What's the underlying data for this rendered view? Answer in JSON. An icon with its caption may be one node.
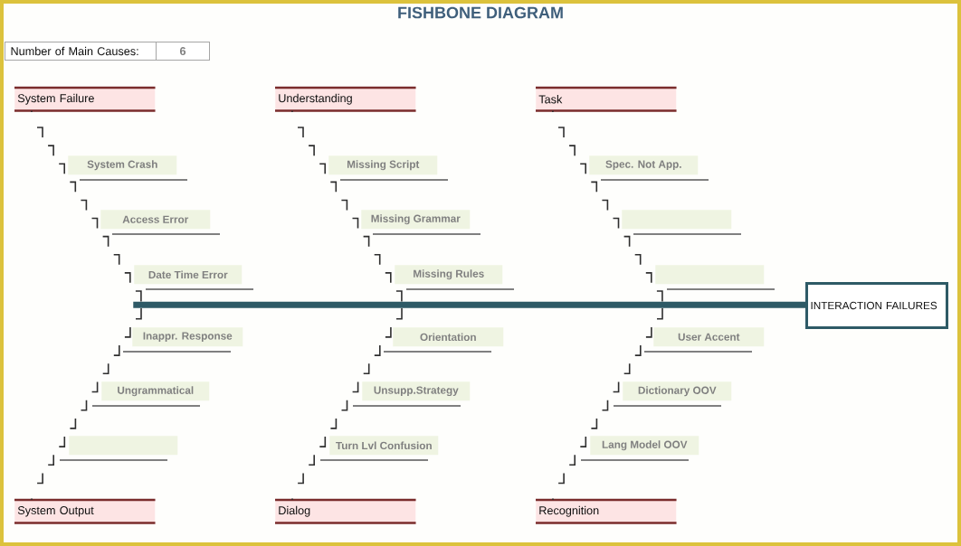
{
  "diagram": {
    "title": "FISHBONE DIAGRAM",
    "nodes": [
      {
        "text": [
          "System Failure"
        ]
      },
      {
        "text": [
          "Understanding"
        ]
      },
      {
        "text": [
          "Task"
        ]
      },
      {
        "text": [
          "System Crash"
        ]
      },
      {
        "text": [
          "Missing Script"
        ]
      },
      {
        "text": [
          "Spec. Not App."
        ]
      },
      {
        "text": [
          "Access Error"
        ]
      },
      {
        "text": [
          "Missing Grammar"
        ]
      },
      {
        "text": [],
        "shape": "box"
      },
      {
        "text": [
          "Date Time Error"
        ]
      },
      {
        "text": [
          "Missing Rules"
        ]
      },
      {
        "text": [],
        "shape": "box"
      },
      {
        "text": [],
        "shape": "bar"
      },
      {
        "text": [
          "INTERACTION FAILURES"
        ]
      },
      {
        "text": [
          "Inappr. Response"
        ]
      },
      {
        "text": [
          "Orientation"
        ]
      },
      {
        "text": [
          "User Accent"
        ]
      },
      {
        "text": [
          "Ungrammatical"
        ]
      },
      {
        "text": [
          "Unsupp.Strategy"
        ]
      },
      {
        "text": [
          "Dictionary OOV"
        ]
      },
      {
        "text": [],
        "shape": "box"
      },
      {
        "text": [
          "Turn Lvl Confusion"
        ]
      },
      {
        "text": [
          "Lang Model OOV"
        ]
      },
      {
        "text": [
          "System Output"
        ]
      },
      {
        "text": [
          "Dialog"
        ]
      },
      {
        "text": [
          "Recognition"
        ]
      }
    ],
    "edges": [
      {
        "from": 0,
        "to": 12,
        "arrow": "none",
        "style": "dashed"
      },
      {
        "from": 1,
        "to": 12,
        "arrow": "none",
        "style": "dashed"
      },
      {
        "from": 2,
        "to": 12,
        "arrow": "none",
        "style": "dashed"
      },
      {
        "from": 23,
        "to": 12,
        "arrow": "none",
        "style": "dashed"
      },
      {
        "from": 24,
        "to": 12,
        "arrow": "none",
        "style": "dashed"
      },
      {
        "from": 25,
        "to": 12,
        "arrow": "none",
        "style": "dashed"
      }
    ],
    "labels": [
      "Number of Main Causes:",
      "6"
    ]
  }
}
